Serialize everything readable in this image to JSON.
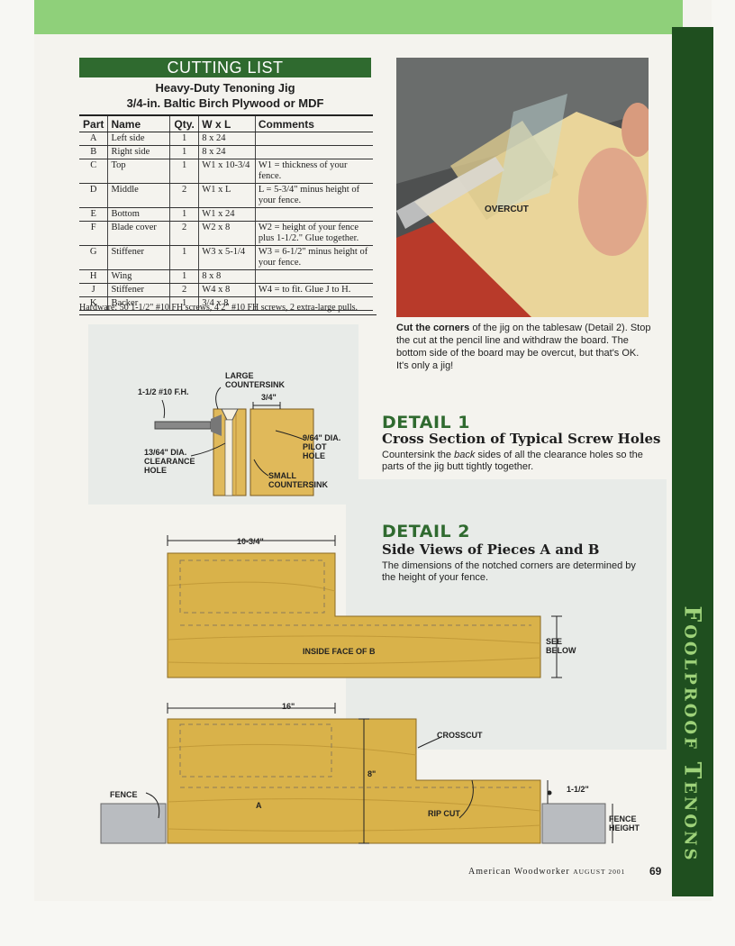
{
  "cutting_list": {
    "banner": "CUTTING LIST",
    "title": "Heavy-Duty Tenoning Jig",
    "material": "3/4-in. Baltic Birch Plywood or MDF",
    "headers": [
      "Part",
      "Name",
      "Qty.",
      "W x L",
      "Comments"
    ],
    "rows": [
      [
        "A",
        "Left side",
        "1",
        "8 x 24",
        ""
      ],
      [
        "B",
        "Right side",
        "1",
        "8 x 24",
        ""
      ],
      [
        "C",
        "Top",
        "1",
        "W1 x 10-3/4",
        "W1 = thickness of your fence."
      ],
      [
        "D",
        "Middle",
        "2",
        "W1 x L",
        "L = 5-3/4\" minus height of your fence."
      ],
      [
        "E",
        "Bottom",
        "1",
        "W1 x 24",
        ""
      ],
      [
        "F",
        "Blade cover",
        "2",
        "W2 x 8",
        "W2 = height of your fence plus 1-1/2.\" Glue together."
      ],
      [
        "G",
        "Stiffener",
        "1",
        "W3 x 5-1/4",
        "W3 = 6-1/2\" minus height of your fence."
      ],
      [
        "H",
        "Wing",
        "1",
        "8 x 8",
        ""
      ],
      [
        "J",
        "Stiffener",
        "2",
        "W4 x 8",
        "W4 = to fit. Glue J to H."
      ],
      [
        "K",
        "Backer",
        "1",
        "3/4 x 8",
        ""
      ]
    ],
    "hardware": "Hardware: 50 1-1/2\" #10 FH screws, 4 2\" #10 FH screws, 2 extra-large pulls."
  },
  "photo": {
    "label": "OVERCUT",
    "caption_bold": "Cut the corners",
    "caption_rest": " of the jig on the tablesaw (Detail 2). Stop the cut at the pencil line and withdraw the board. The bottom side of the board may be overcut, but that's OK. It's only a jig!"
  },
  "detail1": {
    "label": "DETAIL 1",
    "title": "Cross Section of Typical Screw Holes",
    "desc_a": "Countersink the ",
    "desc_em": "back",
    "desc_b": " sides of all the clearance holes so the parts of the jig butt tightly together.",
    "callouts": {
      "screw": "1-1/2 #10 F.H.",
      "large_cs": "LARGE\nCOUNTERSINK",
      "dim": "3/4\"",
      "clearance": "13/64\" DIA.\nCLEARANCE\nHOLE",
      "pilot": "9/64\" DIA.\nPILOT\nHOLE",
      "small_cs": "SMALL\nCOUNTERSINK"
    }
  },
  "detail2": {
    "label": "DETAIL 2",
    "title": "Side Views of Pieces A and B",
    "desc": "The dimensions of the notched corners are determined by the height of your fence.",
    "callouts": {
      "dim_top": "10-3/4\"",
      "inside_face": "INSIDE FACE OF B",
      "see_below": "SEE\nBELOW",
      "dim_16": "16\"",
      "crosscut": "CROSSCUT",
      "dim_8": "8\"",
      "dim_1_5": "1-1/2\"",
      "fence": "FENCE",
      "part_a": "A",
      "rip_cut": "RIP CUT",
      "fence_height": "FENCE\nHEIGHT"
    }
  },
  "sidebar": {
    "text": "Foolproof Tenons"
  },
  "footer": {
    "publication": "American Woodworker",
    "issue": "AUGUST 2001",
    "page": "69"
  },
  "colors": {
    "accent_green": "#2f6a2f",
    "top_band": "#8fd07a",
    "sidebar": "#1f4f1f",
    "sidebar_text": "#9ed27a",
    "wood": "#d9b24a"
  }
}
